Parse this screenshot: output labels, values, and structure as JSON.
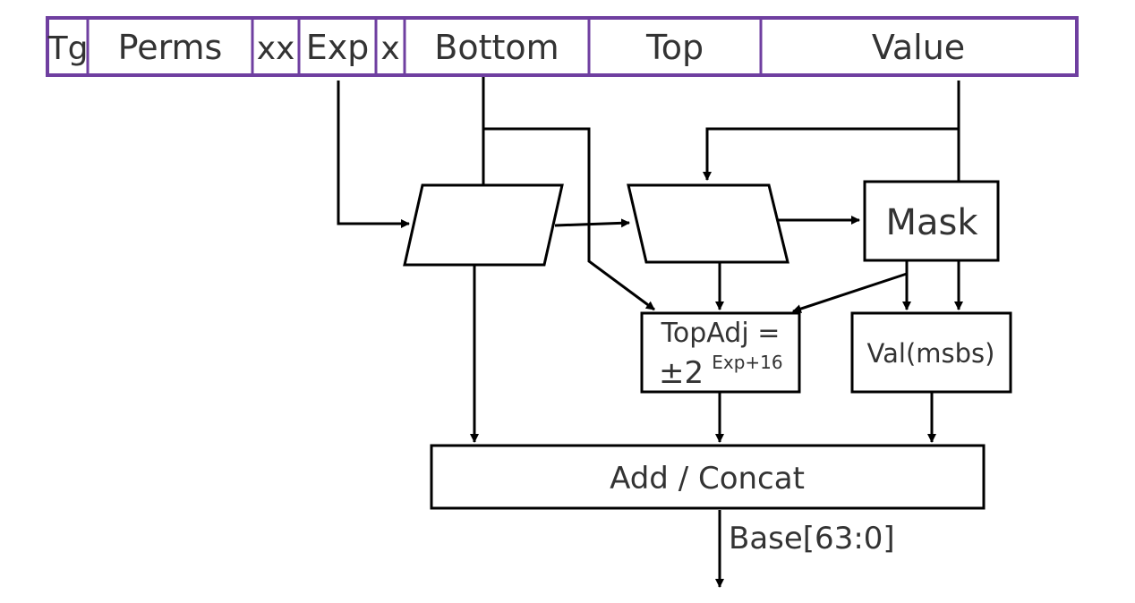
{
  "colors": {
    "field_border": "#6f3fa0",
    "text": "#333333",
    "lines": "#000000"
  },
  "capability_fields": {
    "tg": "Tg",
    "perms": "Perms",
    "xx": "xx",
    "exp": "Exp",
    "x": "x",
    "bottom": "Bottom",
    "top": "Top",
    "value": "Value"
  },
  "blocks": {
    "mask": "Mask",
    "top_adj_line1": "TopAdj =",
    "top_adj_pm": "±2",
    "top_adj_exponent": "Exp+16",
    "val_msbs": "Val(msbs)",
    "add_concat": "Add / Concat"
  },
  "output": {
    "label": "Base[63:0]"
  }
}
